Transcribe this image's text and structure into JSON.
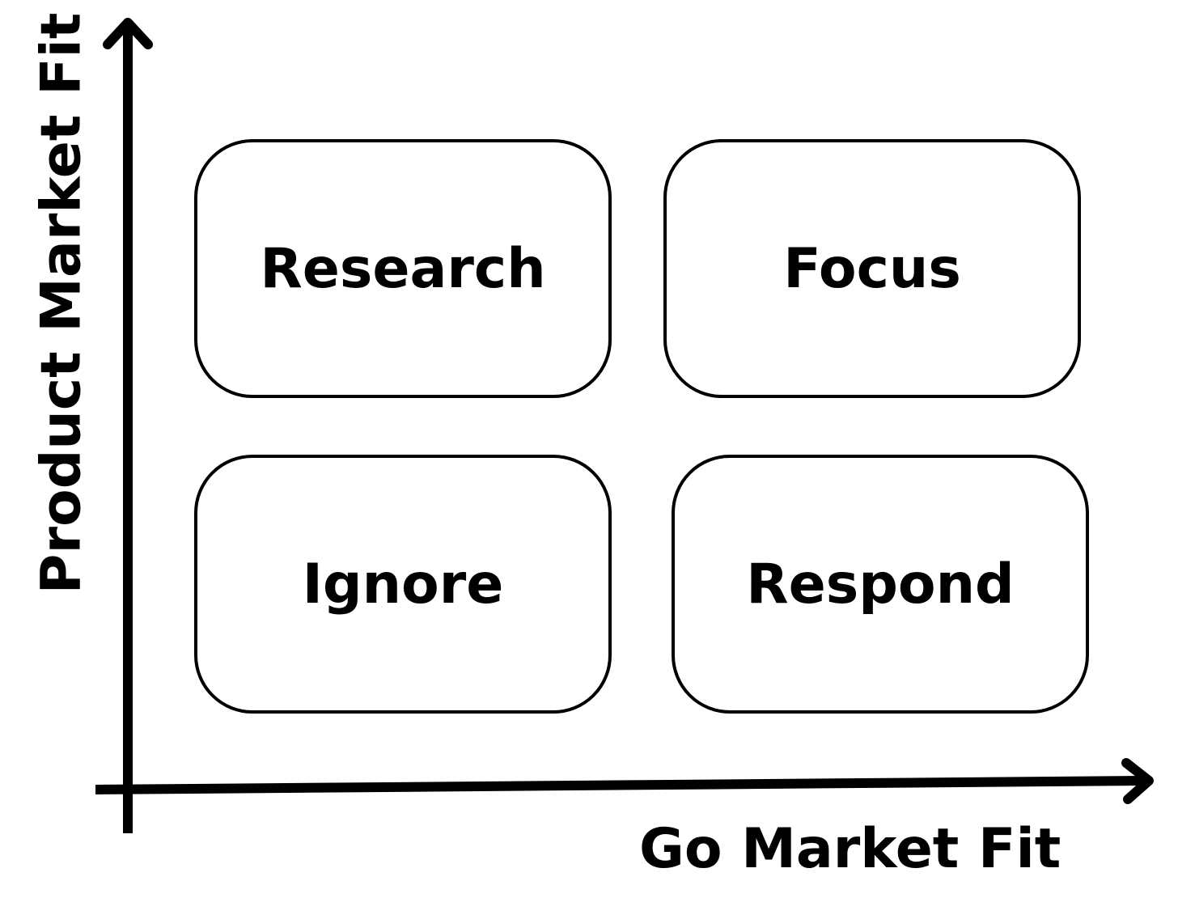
{
  "axes": {
    "x_label": "Go Market Fit",
    "y_label": "Product Market Fit"
  },
  "quadrants": {
    "top_left": "Research",
    "top_right": "Focus",
    "bottom_left": "Ignore",
    "bottom_right": "Respond"
  }
}
